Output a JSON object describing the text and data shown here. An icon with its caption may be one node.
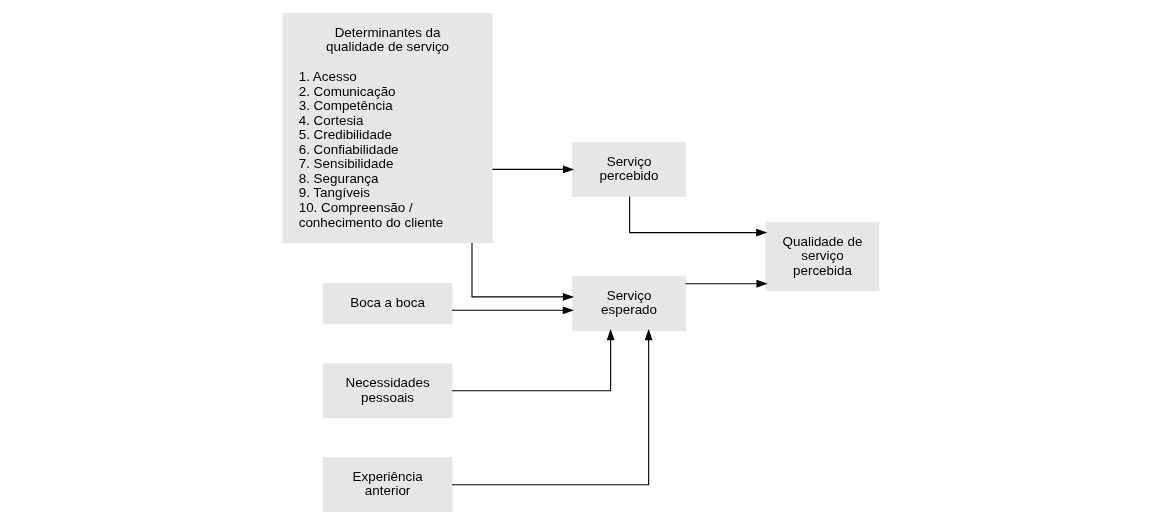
{
  "diagram": {
    "nodes": [
      {
        "text": [
          "Determinantes da qualidade de serviço",
          "1. Acesso",
          "2. Comunicação",
          "3. Competência",
          "4. Cortesia",
          "5. Credibilidade",
          "6. Confiabilidade",
          "7. Sensibilidade",
          "8. Segurança",
          "9. Tangíveis",
          "10. Compreensão / conhecimento do cliente"
        ]
      },
      {
        "text": [
          "Boca a boca"
        ]
      },
      {
        "text": [
          "Necessidades pessoais"
        ]
      },
      {
        "text": [
          "Experiência anterior"
        ]
      },
      {
        "text": [
          "Serviço esperado"
        ]
      },
      {
        "text": [
          "Serviço percebido"
        ]
      },
      {
        "text": [
          "Qualidade de serviço percebida"
        ]
      }
    ],
    "edges": [
      {
        "from": 1,
        "to": 4,
        "arrow": "to"
      },
      {
        "from": 2,
        "to": 4,
        "arrow": "to"
      },
      {
        "from": 3,
        "to": 4,
        "arrow": "to"
      },
      {
        "from": 0,
        "to": 4,
        "arrow": "to"
      },
      {
        "from": 0,
        "to": 5,
        "arrow": "to"
      },
      {
        "from": 4,
        "to": 6,
        "arrow": "to"
      },
      {
        "from": 5,
        "to": 6,
        "arrow": "to"
      }
    ]
  }
}
